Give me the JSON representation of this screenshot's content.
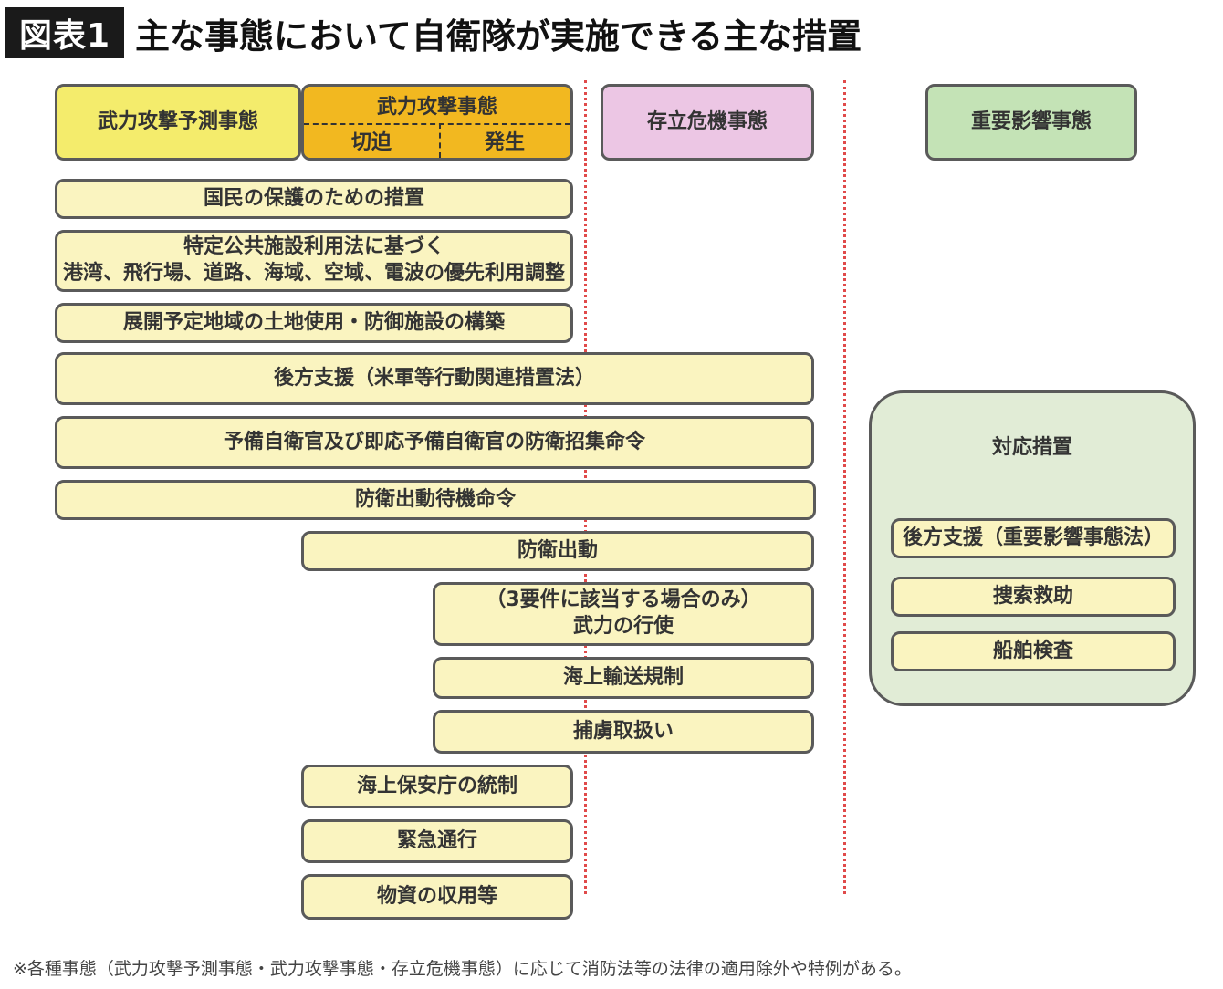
{
  "header": {
    "badge": "図表1",
    "title": "主な事態において自衛隊が実施できる主な措置"
  },
  "columns": {
    "prediction": "武力攻撃予測事態",
    "attack": "武力攻撃事態",
    "imminent": "切迫",
    "occurred": "発生",
    "survival": "存立危機事態",
    "important": "重要影響事態"
  },
  "measures": [
    "国民の保護のための措置",
    "特定公共施設利用法に基づく\n港湾、飛行場、道路、海域、空域、電波の優先利用調整",
    "展開予定地域の土地使用・防御施設の構築",
    "後方支援（米軍等行動関連措置法）",
    "予備自衛官及び即応予備自衛官の防衛招集命令",
    "防衛出動待機命令",
    "防衛出動",
    "（3要件に該当する場合のみ）\n武力の行使",
    "海上輸送規制",
    "捕虜取扱い",
    "海上保安庁の統制",
    "緊急通行",
    "物資の収用等"
  ],
  "response": {
    "title": "対応措置",
    "items": [
      "後方支援（重要影響事態法）",
      "捜索救助",
      "船舶検査"
    ]
  },
  "colors": {
    "badge": "#1a1a1a",
    "yellow_box": "#faf4c0",
    "prediction_header": "#f4ec6c",
    "attack_header": "#f2b820",
    "survival_header": "#ecc6e4",
    "important_header": "#c4e3b6",
    "response_group": "#e1ecd6",
    "divider": "#e04a4a"
  },
  "footnote": "※各種事態（武力攻撃予測事態・武力攻撃事態・存立危機事態）に応じて消防法等の法律の適用除外や特例がある。"
}
